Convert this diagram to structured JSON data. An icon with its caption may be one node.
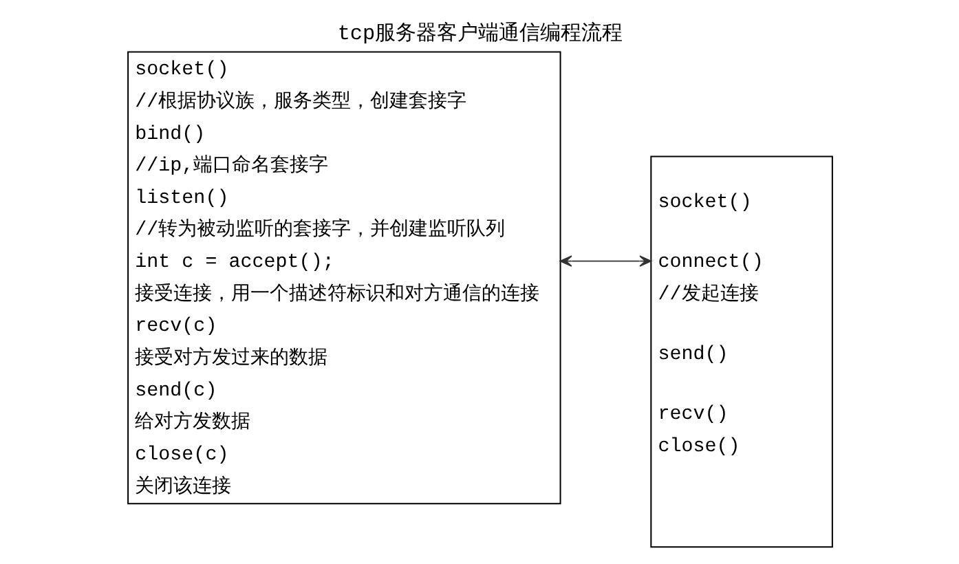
{
  "diagram": {
    "title": "tcp服务器客户端通信编程流程",
    "nodes": [
      {
        "text": [
          "socket()",
          "//根据协议族，服务类型，创建套接字",
          "bind()",
          "//ip,端口命名套接字",
          "listen()",
          "//转为被动监听的套接字，并创建监听队列",
          "int c = accept();",
          "接受连接，用一个描述符标识和对方通信的连接",
          "recv(c)",
          "接受对方发过来的数据",
          "send(c)",
          "给对方发数据",
          "close(c)",
          "关闭该连接"
        ]
      },
      {
        "text": [
          "socket()",
          "connect()",
          "//发起连接",
          "send()",
          "recv()",
          "close()"
        ]
      }
    ],
    "edges": [
      {
        "from": 0,
        "to": 1,
        "arrow": "both"
      }
    ]
  }
}
